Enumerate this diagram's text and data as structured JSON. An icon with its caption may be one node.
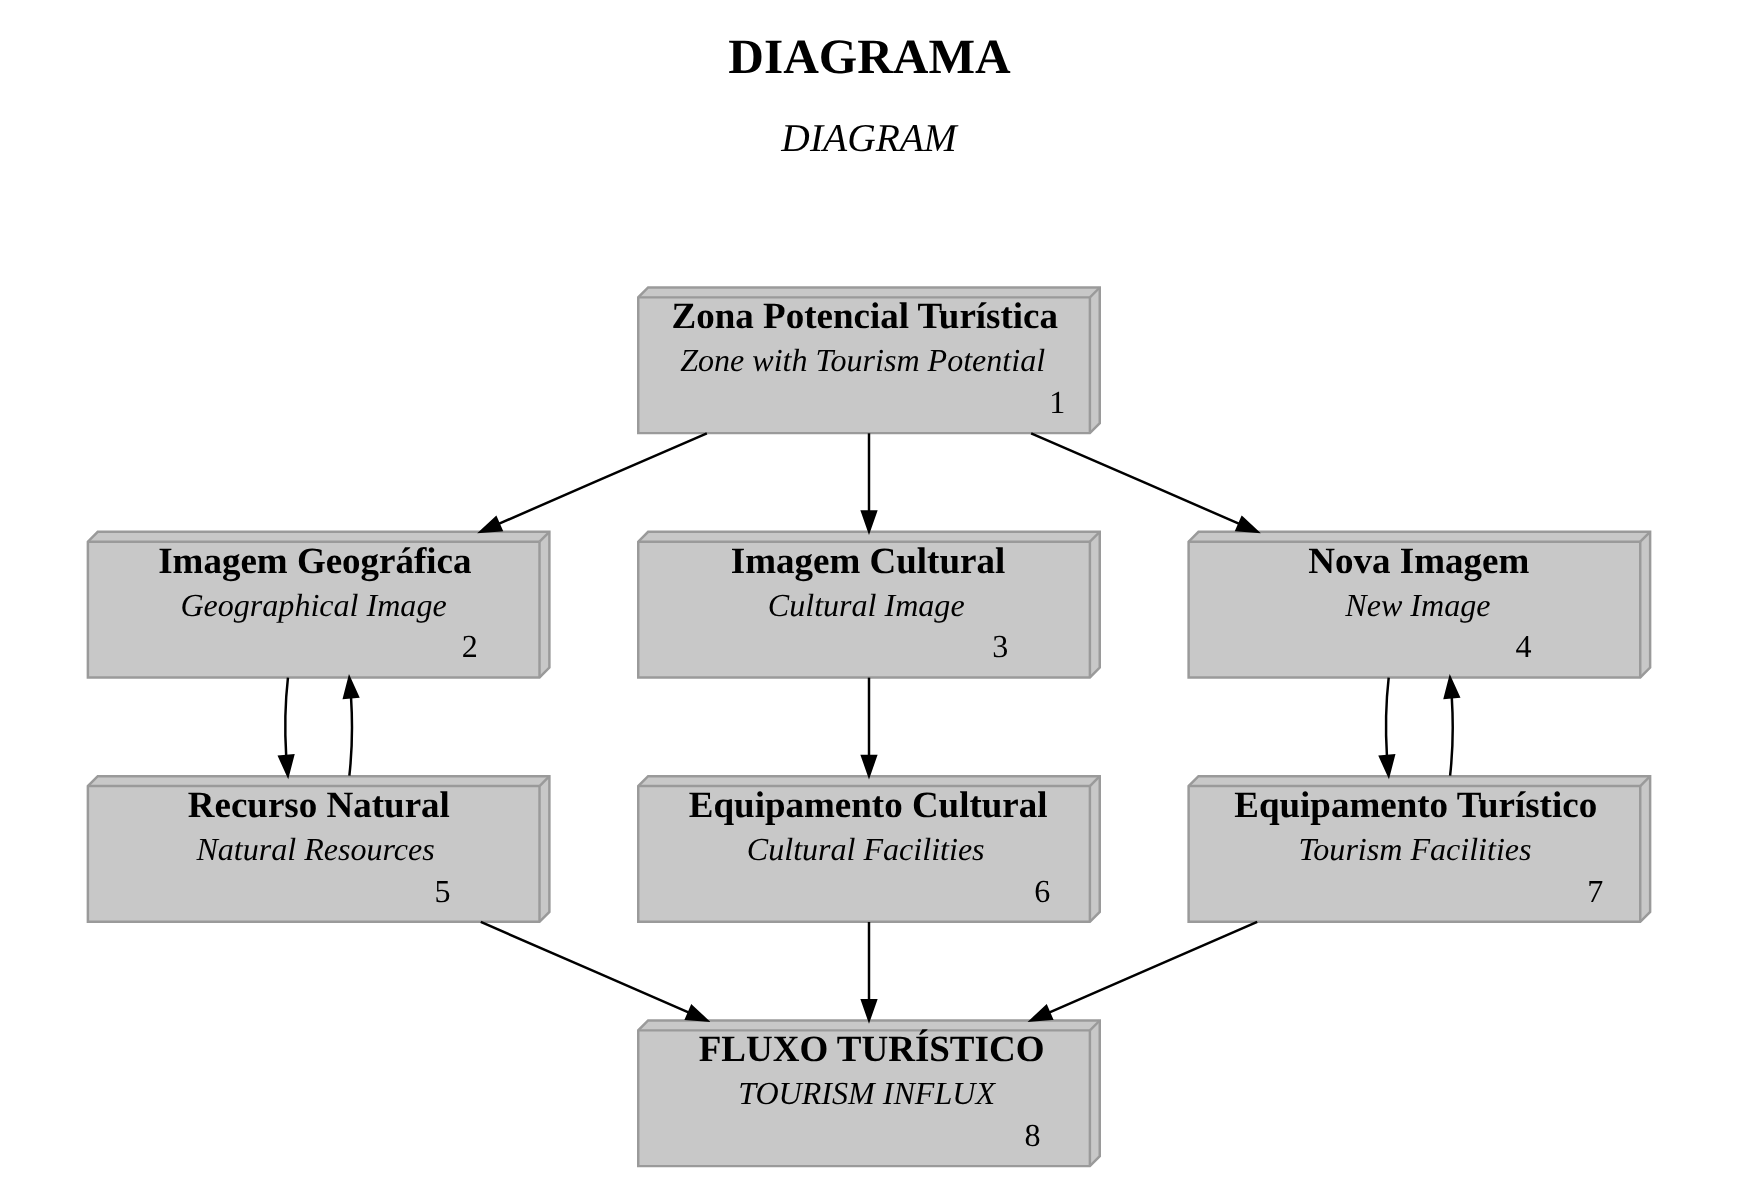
{
  "diagram": {
    "title": "DIAGRAMA",
    "nodes": [
      {
        "text": [
          "Zona Potencial Turística",
          "Zone with Tourism Potential",
          "1"
        ]
      },
      {
        "text": [
          "Imagem Geográfica",
          "Geographical Image",
          "2"
        ]
      },
      {
        "text": [
          "Imagem Cultural",
          "Cultural Image",
          "3"
        ]
      },
      {
        "text": [
          "Nova Imagem",
          "New Image",
          "4"
        ]
      },
      {
        "text": [
          "Recurso Natural",
          "Natural Resources",
          "5"
        ]
      },
      {
        "text": [
          "Equipamento Cultural",
          "Cultural Facilities",
          "6"
        ]
      },
      {
        "text": [
          "Equipamento Turístico",
          "Tourism Facilities",
          "7"
        ]
      },
      {
        "text": [
          "FLUXO TURÍSTICO",
          "TOURISM INFLUX",
          "8"
        ]
      }
    ],
    "edges": [
      {
        "from": 0,
        "to": 1,
        "arrow": "to"
      },
      {
        "from": 0,
        "to": 2,
        "arrow": "to"
      },
      {
        "from": 0,
        "to": 3,
        "arrow": "to"
      },
      {
        "from": 1,
        "to": 4,
        "arrow": "to"
      },
      {
        "from": 4,
        "to": 1,
        "arrow": "to"
      },
      {
        "from": 2,
        "to": 5,
        "arrow": "to"
      },
      {
        "from": 3,
        "to": 6,
        "arrow": "to"
      },
      {
        "from": 6,
        "to": 3,
        "arrow": "to"
      },
      {
        "from": 4,
        "to": 7,
        "arrow": "to"
      },
      {
        "from": 5,
        "to": 7,
        "arrow": "to"
      },
      {
        "from": 6,
        "to": 7,
        "arrow": "to"
      }
    ],
    "labels": [
      "DIAGRAM"
    ]
  }
}
